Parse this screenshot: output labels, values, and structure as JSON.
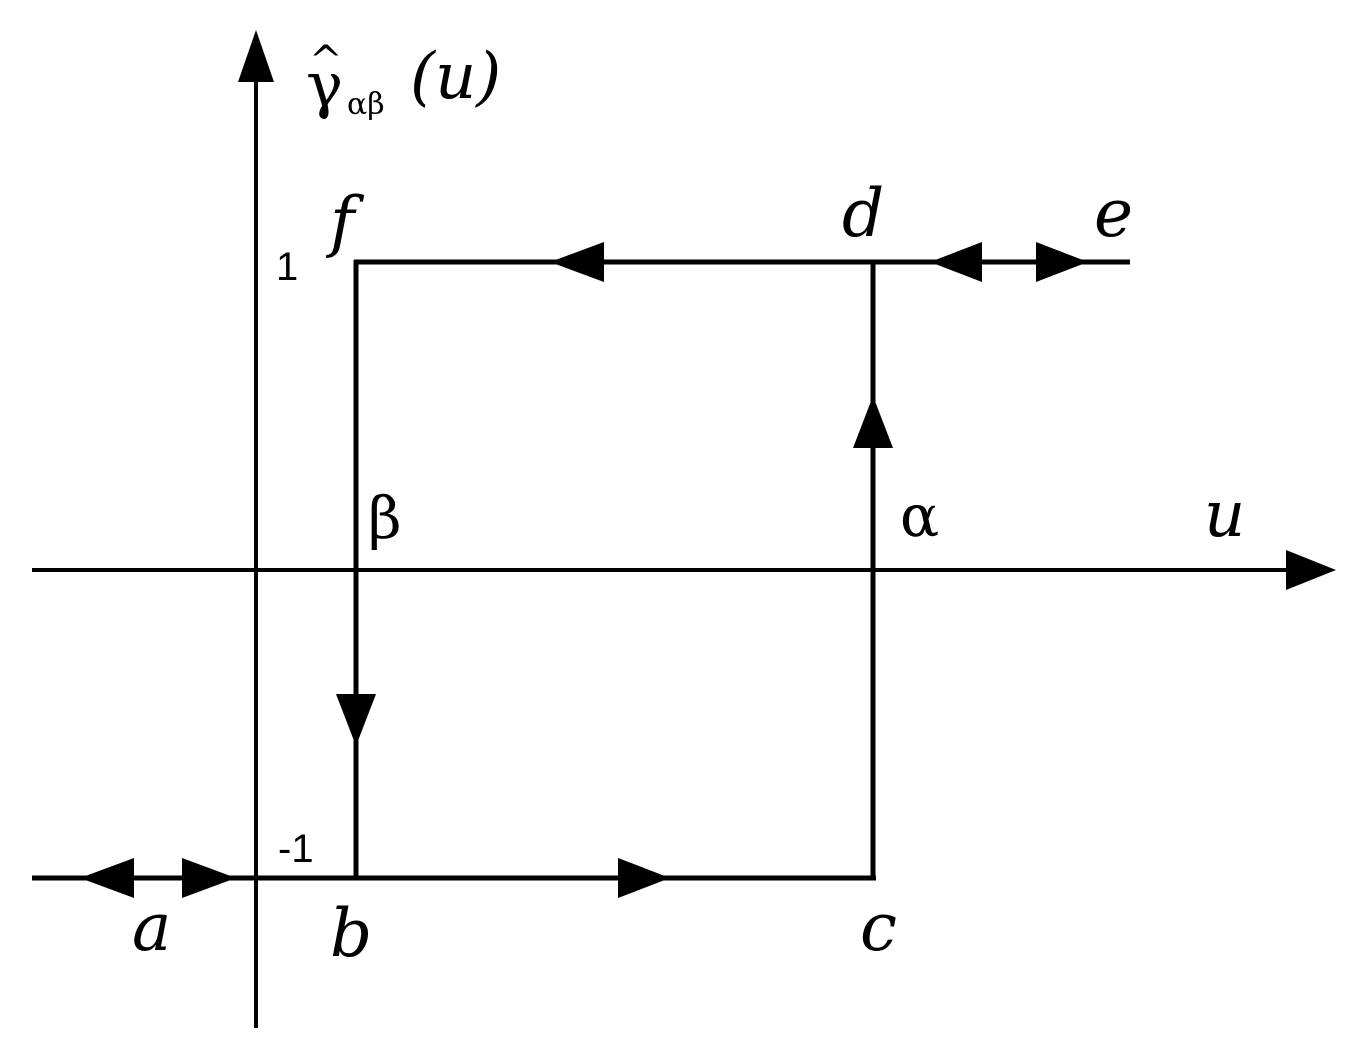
{
  "axes": {
    "y_label": {
      "symbol": "γ",
      "hat": "^",
      "subscript": "αβ",
      "argument": "(u)"
    },
    "x_label": "u"
  },
  "ticks": {
    "y_one": "1",
    "y_minus_one": "-1"
  },
  "thresholds": {
    "beta": "β",
    "alpha": "α"
  },
  "points": {
    "a": "a",
    "b": "b",
    "c": "c",
    "d": "d",
    "e": "e",
    "f": "f"
  }
}
